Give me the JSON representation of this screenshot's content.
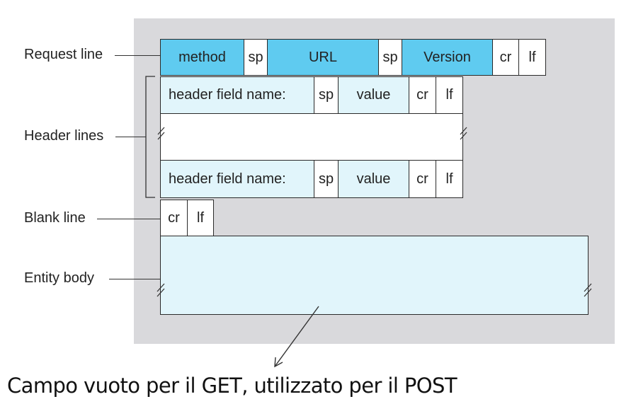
{
  "labels": {
    "request_line": "Request line",
    "header_lines": "Header lines",
    "blank_line": "Blank line",
    "entity_body": "Entity body"
  },
  "request_line": {
    "method": "method",
    "sp1": "sp",
    "url": "URL",
    "sp2": "sp",
    "version": "Version",
    "cr": "cr",
    "lf": "lf"
  },
  "header_line": {
    "field_name": "header field name:",
    "sp": "sp",
    "value": "value",
    "cr": "cr",
    "lf": "lf"
  },
  "blank_line": {
    "cr": "cr",
    "lf": "lf"
  },
  "caption": "Campo vuoto per il GET, utilizzato per il POST",
  "colors": {
    "request_fill": "#5fcbf0",
    "header_fill": "#e1f5fb",
    "panel_background": "#d9d9dc"
  }
}
